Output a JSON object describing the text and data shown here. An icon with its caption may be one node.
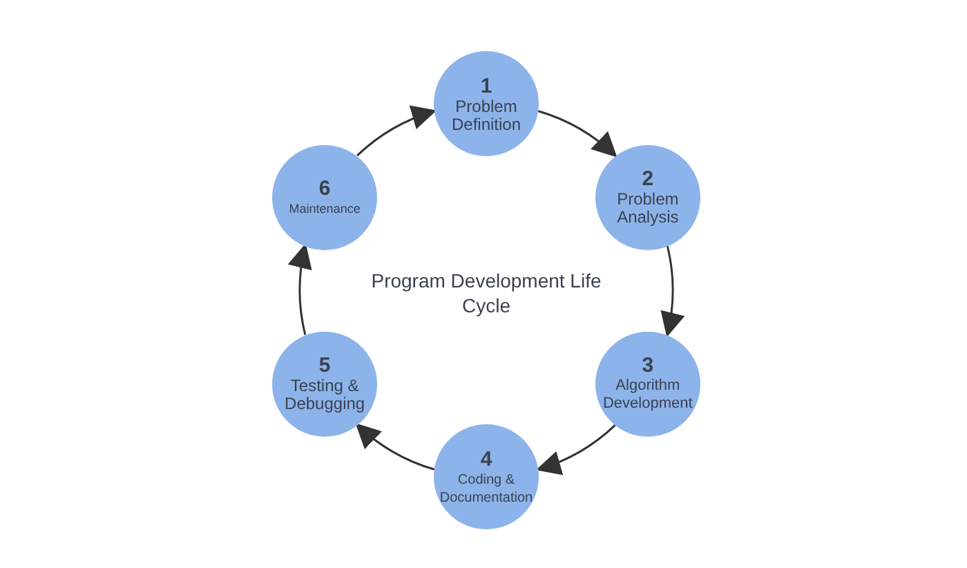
{
  "diagram": {
    "title": "Program Development Life Cycle",
    "nodes": [
      {
        "text": [
          "1",
          "Problem Definition"
        ]
      },
      {
        "text": [
          "2",
          "Problem Analysis"
        ]
      },
      {
        "text": [
          "3",
          "Algorithm Development"
        ]
      },
      {
        "text": [
          "4",
          "Coding & Documentation"
        ]
      },
      {
        "text": [
          "5",
          "Testing & Debugging"
        ]
      },
      {
        "text": [
          "6",
          "Maintenance"
        ]
      }
    ],
    "edges": [
      {
        "from": 0,
        "to": 1,
        "arrow": "to"
      },
      {
        "from": 1,
        "to": 2,
        "arrow": "to"
      },
      {
        "from": 2,
        "to": 3,
        "arrow": "to"
      },
      {
        "from": 3,
        "to": 4,
        "arrow": "to"
      },
      {
        "from": 4,
        "to": 5,
        "arrow": "to"
      },
      {
        "from": 5,
        "to": 0,
        "arrow": "to"
      }
    ]
  }
}
